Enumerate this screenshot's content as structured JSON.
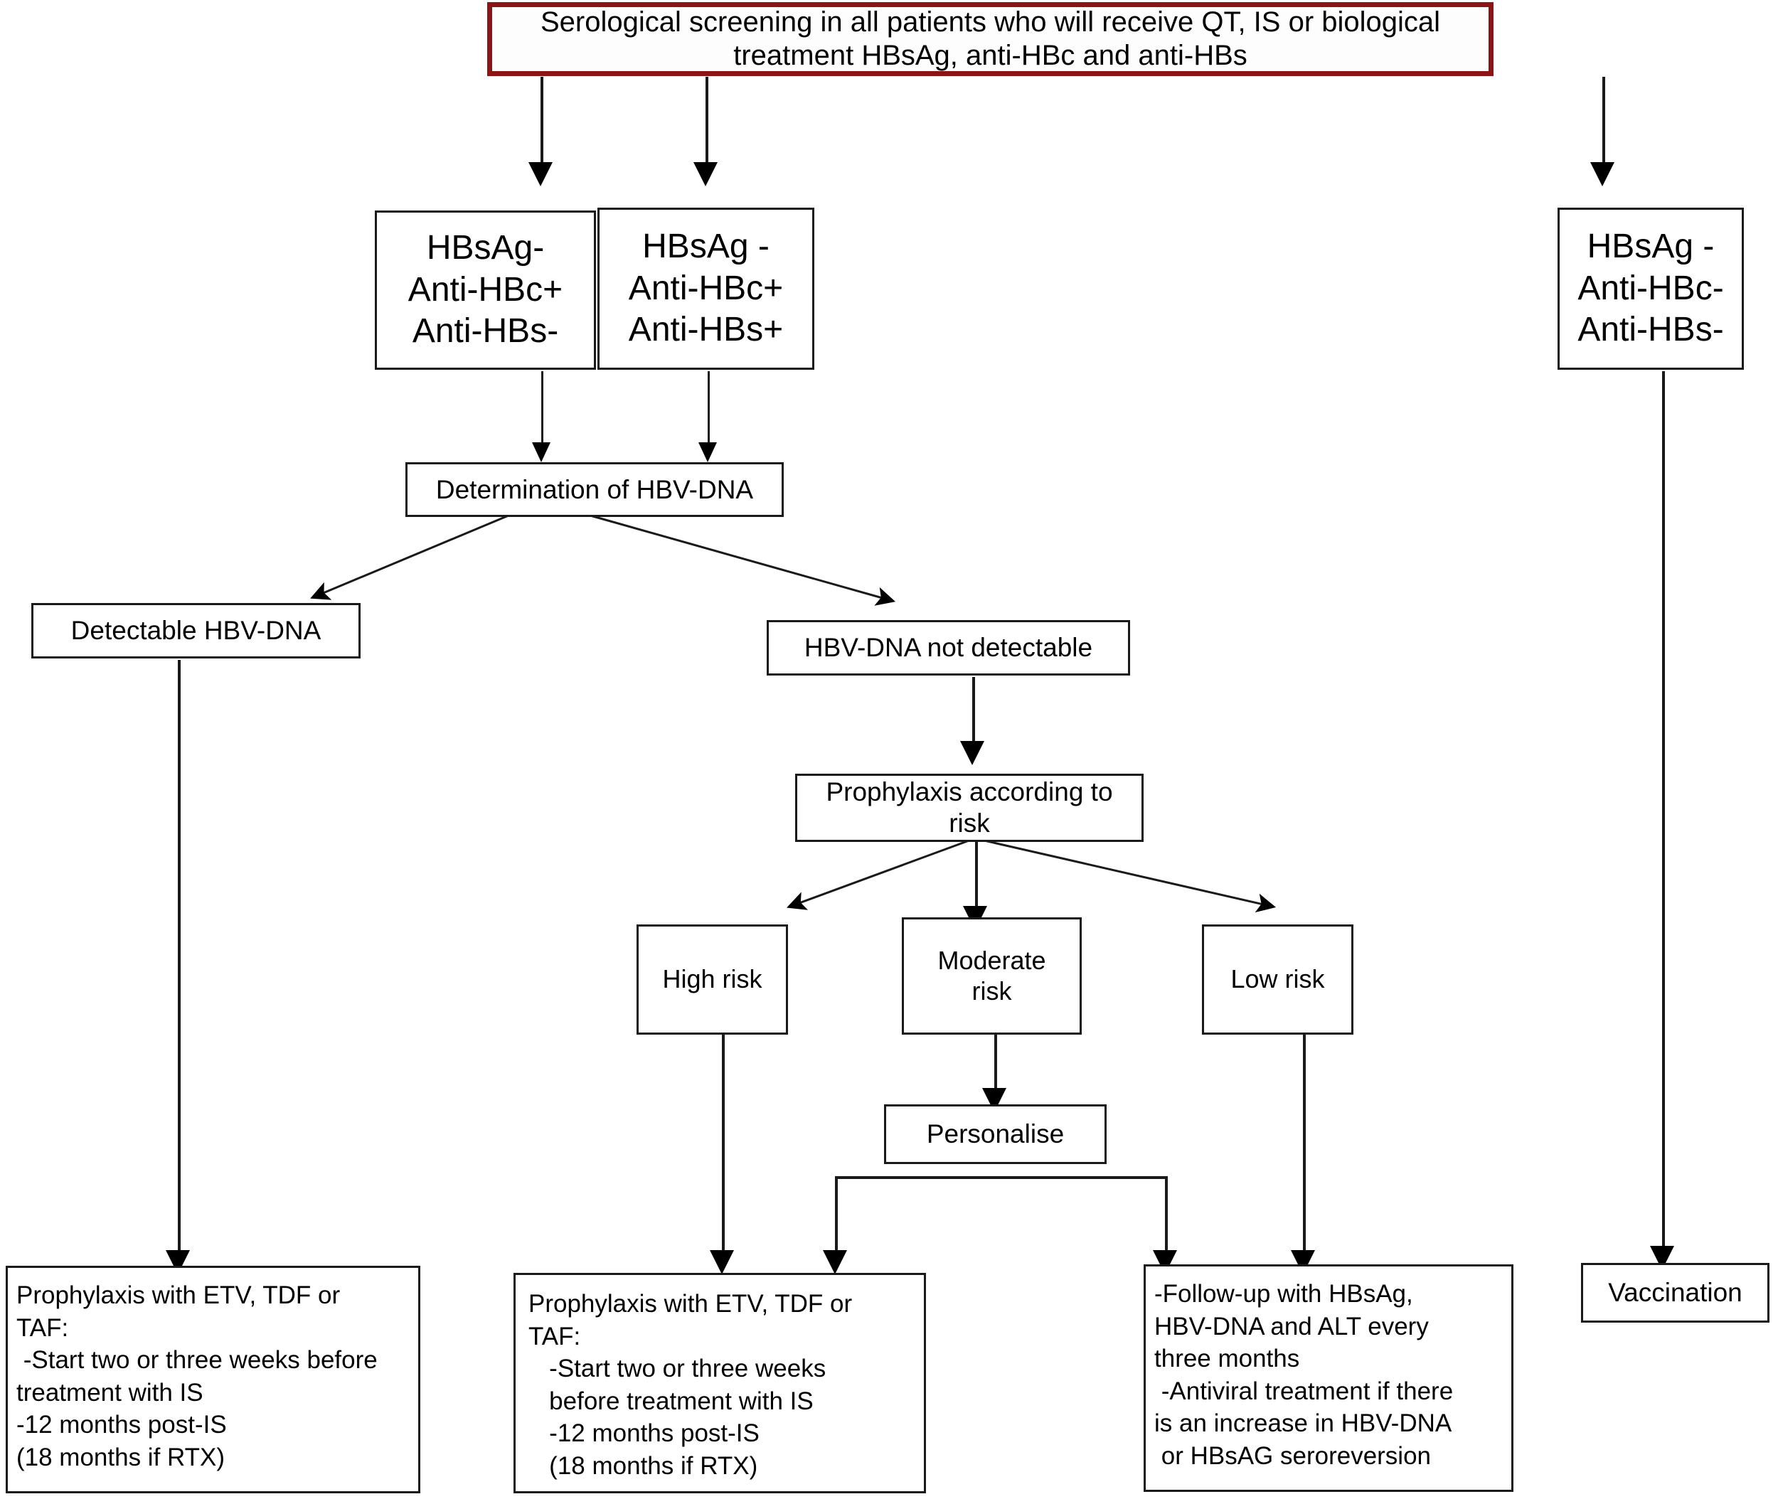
{
  "diagram": {
    "title": "Serological screening algorithm for HBV before immunosuppressive therapy",
    "accent_color": "#8d1414",
    "line_color": "#1a1a1a",
    "background": "#ffffff"
  },
  "header": {
    "text": "Serological screening in all patients who will receive QT, IS or biological\ntreatment HBsAg, anti-HBc and anti-HBs"
  },
  "serology": [
    {
      "id": "sero-1",
      "text": "HBsAg-\nAnti-HBc+\nAnti-HBs-"
    },
    {
      "id": "sero-2",
      "text": "HBsAg -\nAnti-HBc+\nAnti-HBs+"
    },
    {
      "id": "sero-3",
      "text": "HBsAg -\nAnti-HBc-\nAnti-HBs-"
    }
  ],
  "nodes": {
    "determination": "Determination of HBV-DNA",
    "detectable": "Detectable HBV-DNA",
    "not_detectable": "HBV-DNA not detectable",
    "prophylaxis_risk": "Prophylaxis according to\nrisk",
    "personalise": "Personalise",
    "vaccination": "Vaccination"
  },
  "risks": [
    {
      "id": "risk-high",
      "text": "High risk"
    },
    {
      "id": "risk-moderate",
      "text": "Moderate\nrisk"
    },
    {
      "id": "risk-low",
      "text": "Low risk"
    }
  ],
  "outcomes": {
    "left": "Prophylaxis with ETV, TDF or\nTAF:\n -Start two or three weeks before\ntreatment with IS\n-12 months post-IS\n(18 months if RTX)",
    "middle": "Prophylaxis with ETV, TDF or\nTAF:\n   -Start two or three weeks\n   before treatment with IS\n   -12 months post-IS\n   (18 months if RTX)",
    "right": "-Follow-up with HBsAg,\nHBV-DNA and ALT every\nthree months\n -Antiviral treatment if there\nis an increase in HBV-DNA\n or HBsAG seroreversion"
  }
}
